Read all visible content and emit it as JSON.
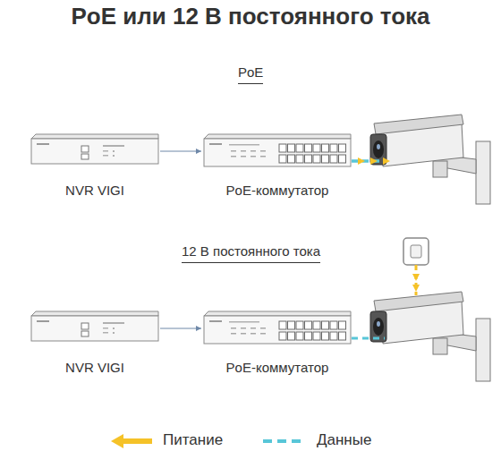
{
  "diagram": {
    "title": "PoE или 12 В постоянного тока",
    "nodes": [
      {
        "text": [
          "NVR VIGI"
        ]
      },
      {
        "text": [
          "PoE-коммутатор"
        ]
      },
      {
        "text": [
          "NVR VIGI"
        ]
      },
      {
        "text": [
          "PoE-коммутатор"
        ]
      }
    ],
    "edges": [
      {
        "from": 0,
        "to": 1,
        "arrow": "to"
      },
      {
        "from": 2,
        "to": 3,
        "arrow": "to"
      }
    ],
    "labels": [
      "PoE",
      "12 В постоянного тока"
    ],
    "legend": [
      {
        "text": "Питание",
        "color": "#f5c228"
      },
      {
        "text": "Данные",
        "color": "#58c6d8"
      }
    ]
  }
}
